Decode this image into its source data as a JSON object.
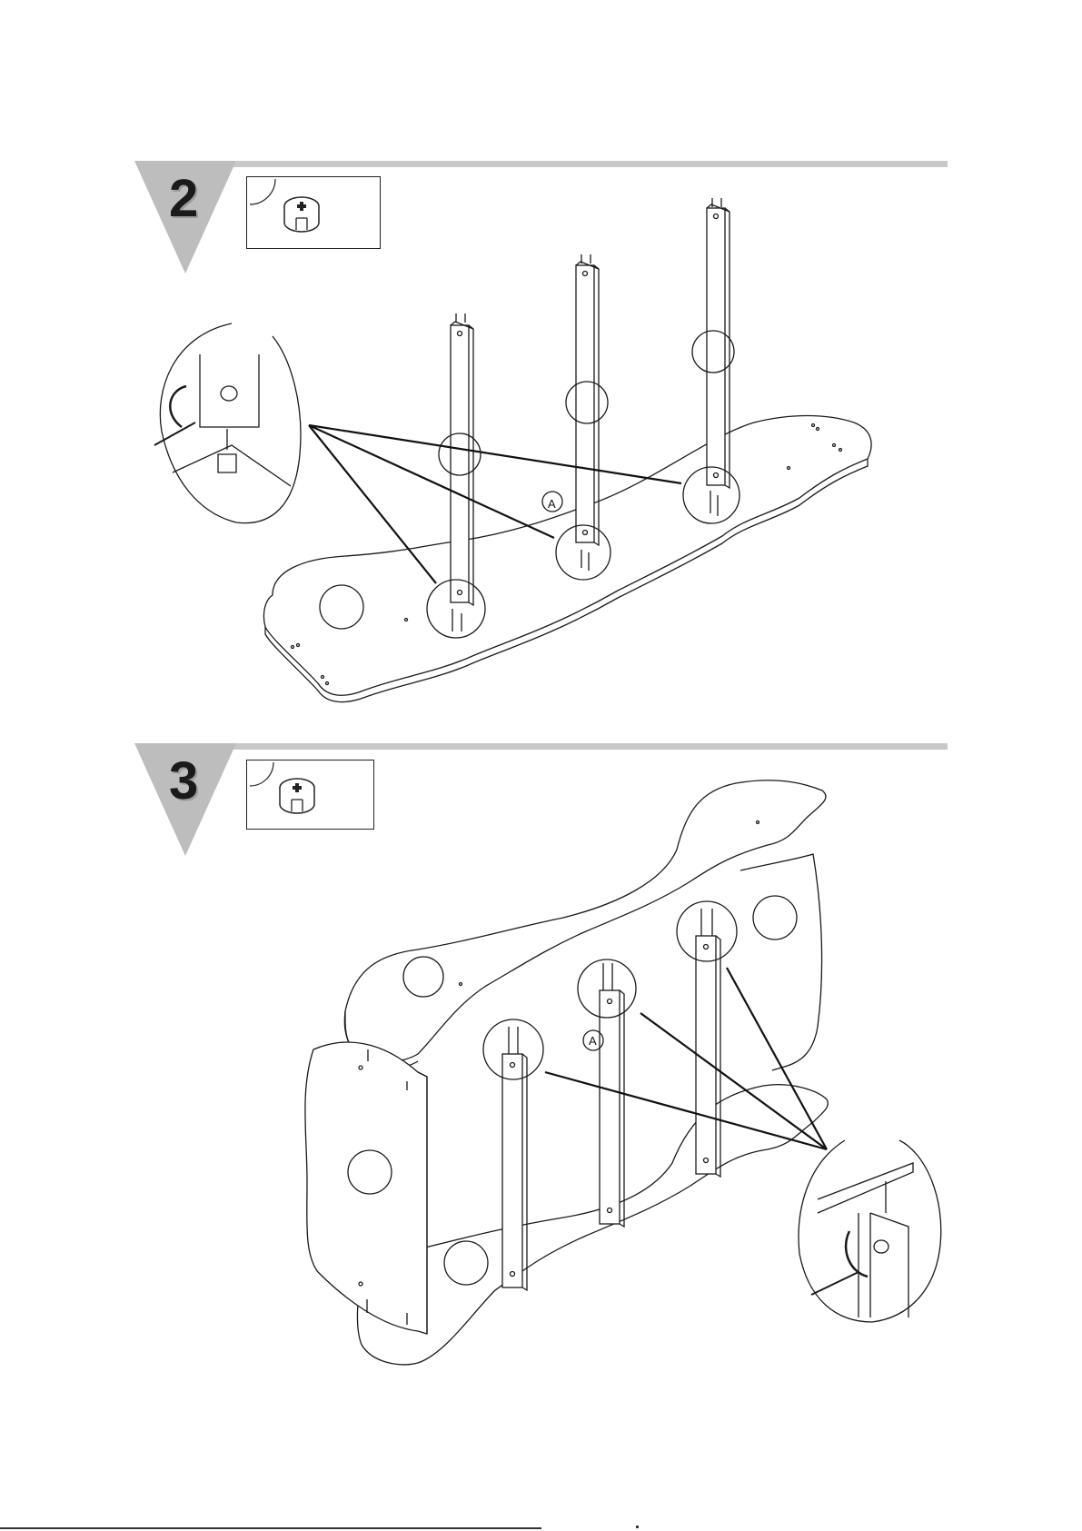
{
  "steps": [
    {
      "number": "2",
      "part_icon": "cam-lock-icon",
      "tool_icon": "screwdriver-icon"
    },
    {
      "number": "3",
      "part_icon": "cam-lock-icon",
      "tool_icon": "screwdriver-icon"
    }
  ],
  "callout_labels": [
    "A",
    "A"
  ],
  "colors": {
    "bar": "#c8c8c8",
    "triangle": "#bdbdbd",
    "ink": "#1a1a1a"
  }
}
